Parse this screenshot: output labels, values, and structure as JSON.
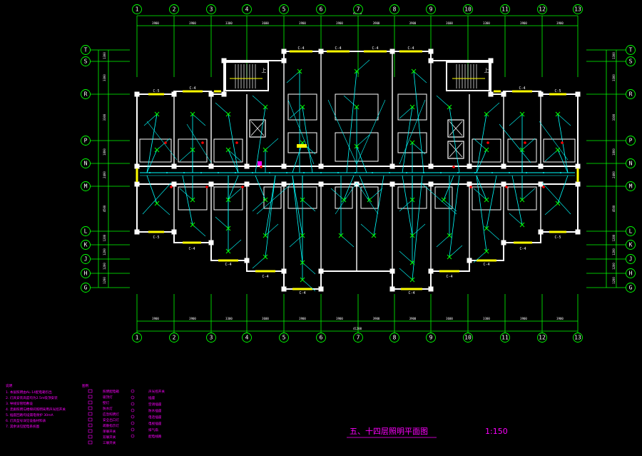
{
  "drawing": {
    "title": "五、十四层照明平面图",
    "scale": "1:150",
    "total_dim": "41200"
  },
  "axes": {
    "columns": [
      "1",
      "2",
      "3",
      "4",
      "5",
      "6",
      "7",
      "8",
      "9",
      "10",
      "11",
      "12",
      "13"
    ],
    "rows": [
      "T",
      "S",
      "R",
      "P",
      "N",
      "M",
      "L",
      "K",
      "J",
      "H",
      "G"
    ]
  },
  "dims": {
    "col_spacing": [
      "3900",
      "3900",
      "3300",
      "3600",
      "3900",
      "3900",
      "3900",
      "3900",
      "3600",
      "3300",
      "3900",
      "3900"
    ],
    "row_spacing": [
      "1300",
      "3300",
      "3300",
      "1800",
      "2400",
      "4500",
      "1200",
      "1200",
      "1200",
      "1200"
    ]
  },
  "labels": {
    "window": "C-4",
    "window2": "C-5",
    "up": "上"
  },
  "notes": {
    "heading": "说明",
    "lines": [
      "1. 本层照明由AL-14配电箱引出",
      "2. 灯具安装高度均为2.5m吸顶安装",
      "3. 导线穿管暗敷设",
      "4. 走廊照明与楼梯间照明采用声光控开关",
      "5. 插座回路均设漏电保护 30mA",
      "6. 灯具型号详见设备材料表",
      "7. 其余详见配电系统图"
    ]
  },
  "legend": {
    "heading": "图例",
    "col1_labels": [
      "照明配电箱",
      "吸顶灯",
      "壁灯",
      "防水灯",
      "应急照明灯",
      "安全出口灯",
      "疏散指示灯",
      "单联开关",
      "双联开关",
      "三联开关"
    ],
    "col2_labels": [
      "声光控开关",
      "插座",
      "空调插座",
      "防水插座",
      "电话插座",
      "电视插座",
      "排气扇",
      "配电线路"
    ]
  },
  "colors": {
    "axis": "#00ff00",
    "wall": "#ffffff",
    "wiring": "#00ffff",
    "fixture": "#00ff00",
    "window": "#ffff00",
    "annotation": "#ff00ff",
    "switch": "#ff0000"
  }
}
